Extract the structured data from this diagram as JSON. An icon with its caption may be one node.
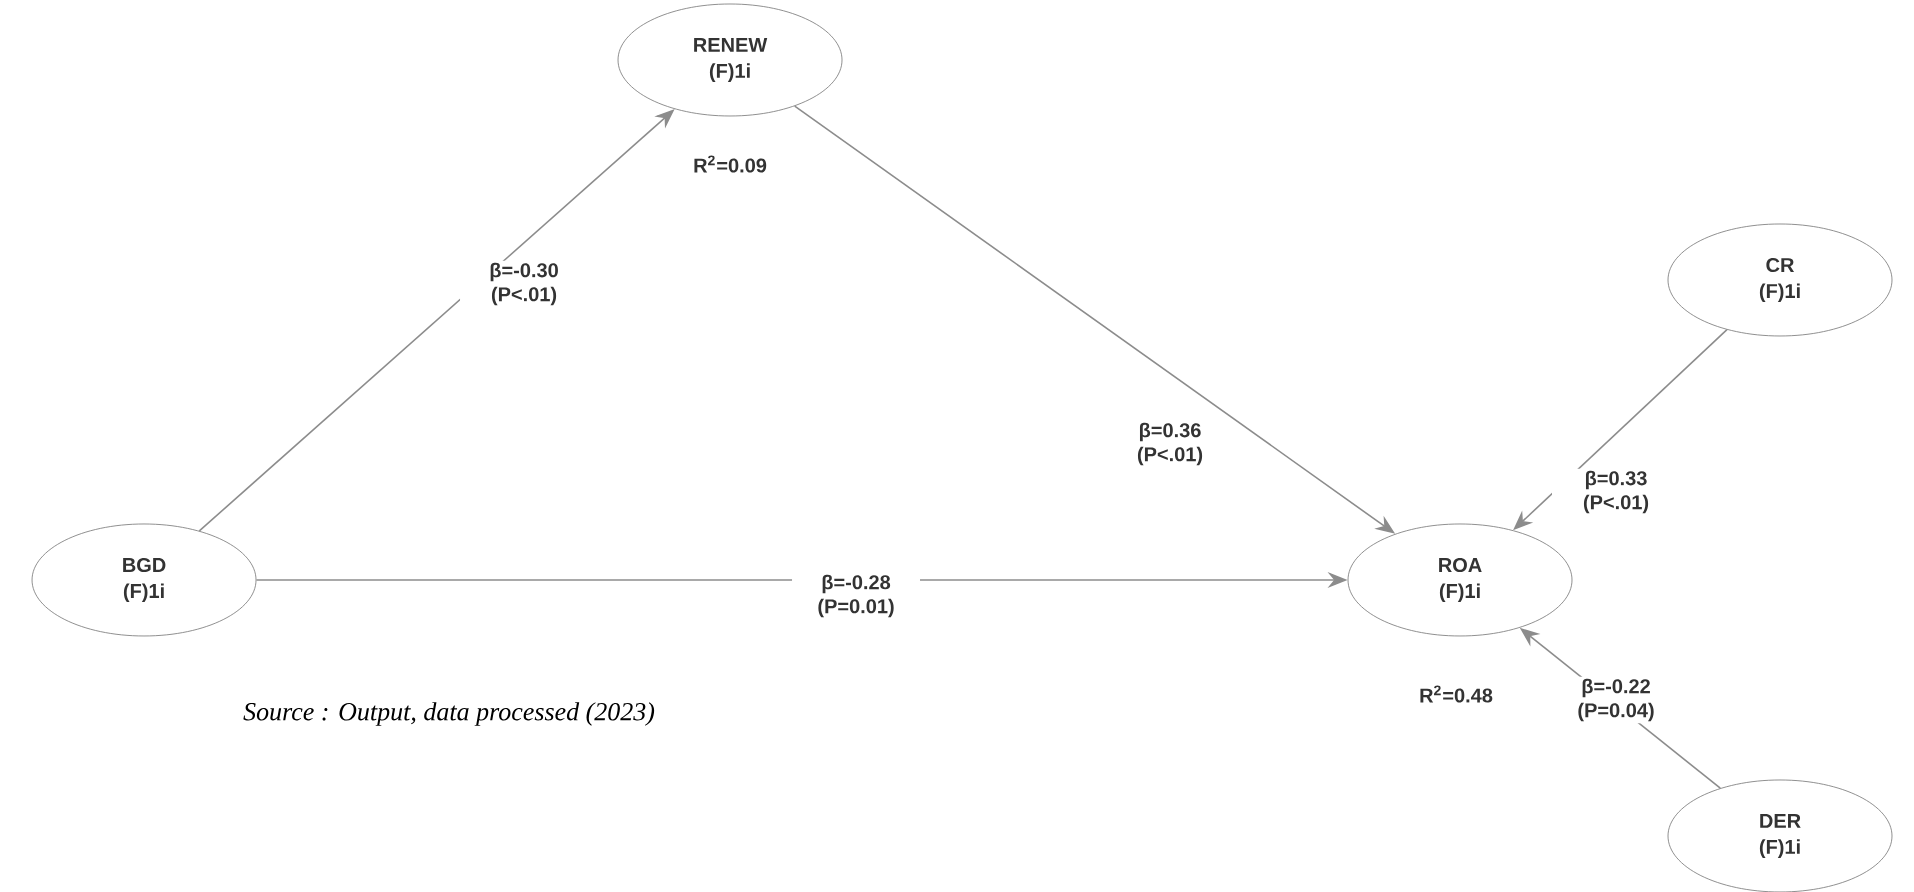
{
  "diagram": {
    "caption": "Source : Output, data processed (2023)",
    "nodes": [
      {
        "text": [
          "RENEW",
          "(F)1i"
        ],
        "beside": [
          "R$^{2}$=0.09"
        ]
      },
      {
        "text": [
          "CR",
          "(F)1i"
        ]
      },
      {
        "text": [
          "BGD",
          "(F)1i"
        ]
      },
      {
        "text": [
          "ROA",
          "(F)1i"
        ],
        "beside": [
          "R$^{2}$=0.48"
        ]
      },
      {
        "text": [
          "DER",
          "(F)1i"
        ]
      }
    ],
    "edges": [
      {
        "from": 2,
        "to": 0,
        "arrow": "to",
        "label": "β=-0.30 (P<.01)"
      },
      {
        "from": 0,
        "to": 3,
        "arrow": "to",
        "label": "β=0.36 (P<.01)"
      },
      {
        "from": 2,
        "to": 3,
        "arrow": "to",
        "label": "β=-0.28 (P=0.01)"
      },
      {
        "from": 1,
        "to": 3,
        "arrow": "to",
        "label": "β=0.33 (P<.01)"
      },
      {
        "from": 4,
        "to": 3,
        "arrow": "to",
        "label": "β=-0.22 (P=0.04)"
      }
    ]
  }
}
